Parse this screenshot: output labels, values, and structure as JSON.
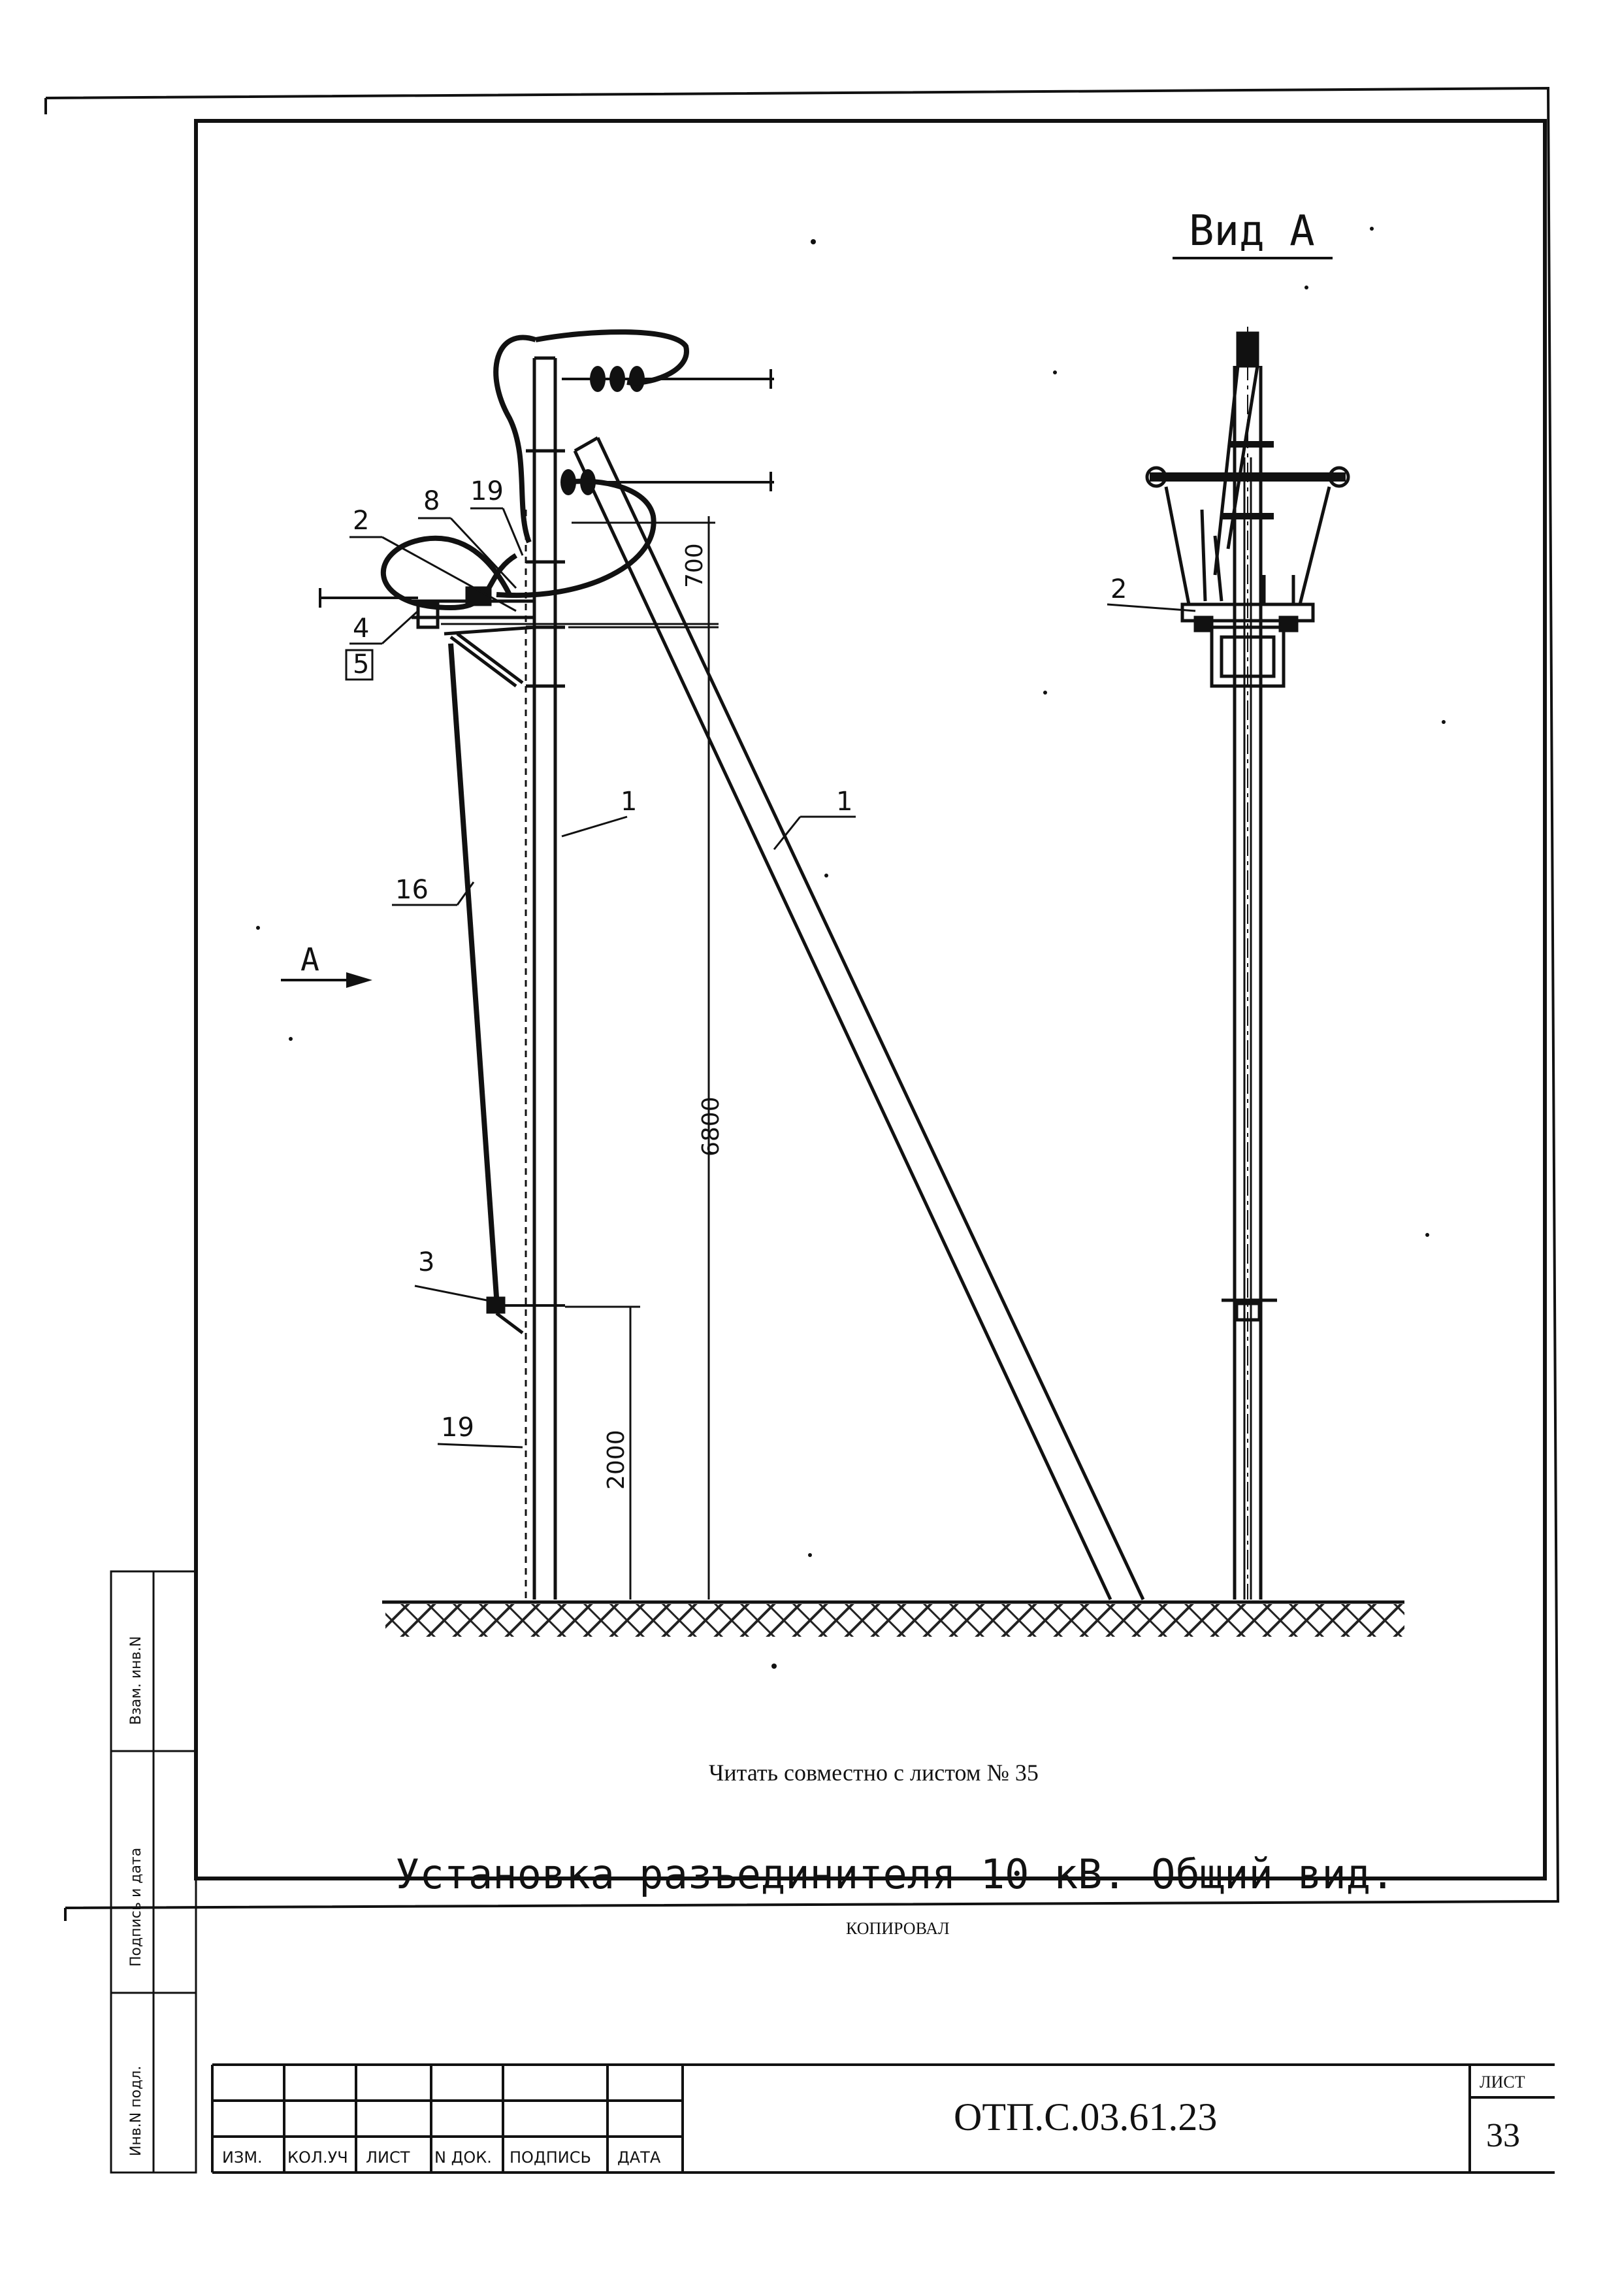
{
  "view_title": "Вид А",
  "arrow_label": "А",
  "callouts": {
    "p1_left": "1",
    "p1_brace": "1",
    "p2_left": "2",
    "p2_right": "2",
    "p3": "3",
    "p4": "4",
    "p5": "5",
    "p8": "8",
    "p16": "16",
    "p19_top": "19",
    "p19_bottom": "19"
  },
  "dimensions": {
    "d700": "700",
    "d6800": "6800",
    "d2000": "2000"
  },
  "note": "Читать совместно с листом № 35",
  "drawing_title": "Установка разъединителя 10 кВ. Общий вид.",
  "side_stamp": [
    "Взам. инв.N",
    "Подпись и дата",
    "Инв.N подл."
  ],
  "title_block": {
    "columns": [
      "ИЗМ.",
      "КОЛ.УЧ",
      "ЛИСТ",
      "N ДОК.",
      "ПОДПИСЬ",
      "ДАТА"
    ],
    "doc_code": "ОТП.С.03.61.23",
    "sheet_label": "ЛИСТ",
    "sheet_number": "33"
  },
  "footer": "КОПИРОВАЛ"
}
